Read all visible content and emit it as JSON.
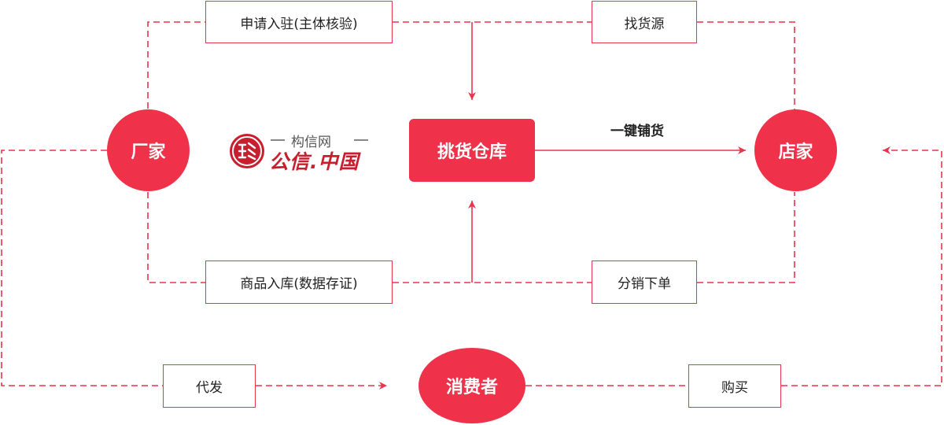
{
  "nodes": {
    "manufacturer": "厂家",
    "store": "店家",
    "consumer": "消费者",
    "warehouse": "挑货仓库"
  },
  "boxes": {
    "apply": "申请入驻(主体核验)",
    "find_source": "找货源",
    "stock_in": "商品入库(数据存证)",
    "place_order": "分销下单",
    "dropship": "代发",
    "purchase": "购买"
  },
  "edge_labels": {
    "one_click": "一键铺货"
  },
  "logo": {
    "subtitle": "构信网",
    "main": "公信.中国"
  },
  "colors": {
    "accent": "#ef3149",
    "line": "#e8344c",
    "logo": "#c81e2e"
  }
}
